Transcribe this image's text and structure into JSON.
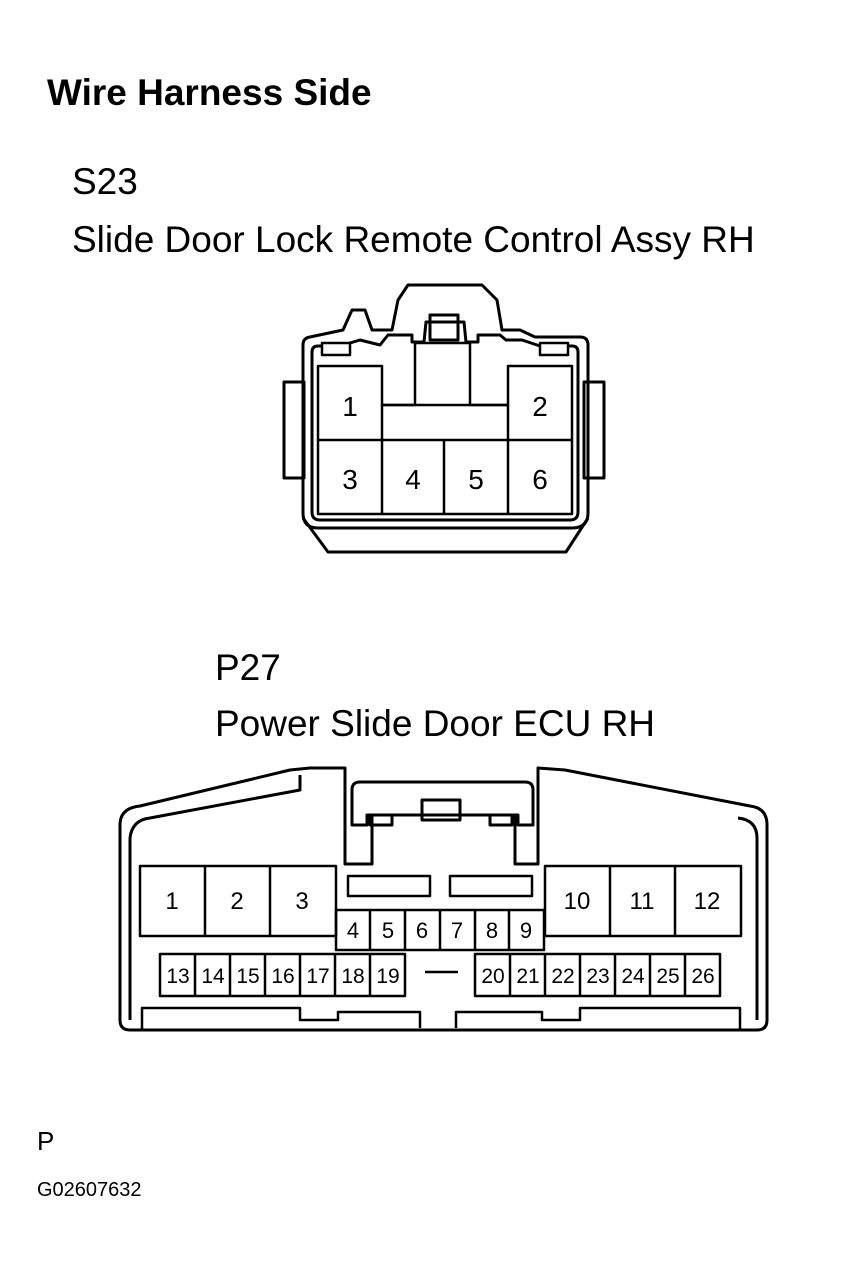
{
  "heading": "Wire Harness Side",
  "connectors": {
    "s23": {
      "code": "S23",
      "name": "Slide Door Lock Remote Control Assy RH",
      "pins": [
        "1",
        "2",
        "3",
        "4",
        "5",
        "6"
      ]
    },
    "p27": {
      "code": "P27",
      "name": "Power Slide Door ECU RH",
      "pins": [
        "1",
        "2",
        "3",
        "4",
        "5",
        "6",
        "7",
        "8",
        "9",
        "10",
        "11",
        "12",
        "13",
        "14",
        "15",
        "16",
        "17",
        "18",
        "19",
        "20",
        "21",
        "22",
        "23",
        "24",
        "25",
        "26"
      ]
    }
  },
  "footer": {
    "mark": "P",
    "figure_code": "G02607632"
  }
}
